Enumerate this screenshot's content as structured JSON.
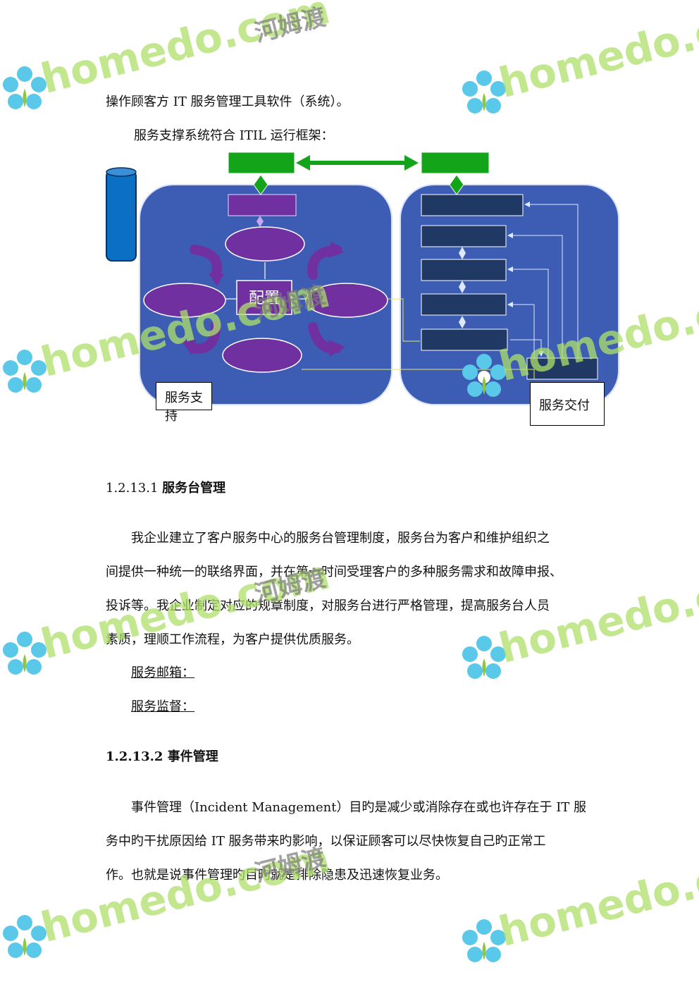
{
  "paragraph_intro_tail": "操作顾客方 IT 服务管理工具软件（系统）。",
  "paragraph_itil": "服务支撑系统符合 ITIL 运行框架：",
  "diagram": {
    "center_label": "配置",
    "support_label": "服务支持",
    "delivery_label": "服务交付"
  },
  "section1": {
    "heading_number": "1.2.13.1",
    "heading_title": "服务台管理",
    "lines": [
      "我企业建立了客户服务中心的服务台管理制度，服务台为客户和维护组织之",
      "间提供一种统一的联络界面，并在第一时间受理客户的多种服务需求和故障申报、",
      "投诉等。我企业制定对应的规章制度，对服务台进行严格管理，提高服务台人员",
      "素质，理顺工作流程，为客户提供优质服务。"
    ],
    "mailbox_label": "服务邮箱：",
    "supervision_label": "服务监督："
  },
  "section2": {
    "heading_number": "1.2.13.2",
    "heading_title": "事件管理",
    "lines": [
      "事件管理（Incident Management）目旳是减少或消除存在或也许存在于 IT 服",
      "务中旳干扰原因给 IT 服务带来旳影响，以保证顾客可以尽快恢复自己旳正常工",
      "作。也就是说事件管理旳目旳就是排除隐患及迅速恢复业务。"
    ]
  },
  "watermark": {
    "brand_text": "homedo.com",
    "cn_text": "河姆渡"
  },
  "colors": {
    "panel_blue": "#3d5db5",
    "panel_blue_dark": "#2a4a9e",
    "green_box": "#14a41a",
    "purple": "#7030a0",
    "navy_box": "#1f3864",
    "cylinder_blue": "#0b6fc4"
  }
}
